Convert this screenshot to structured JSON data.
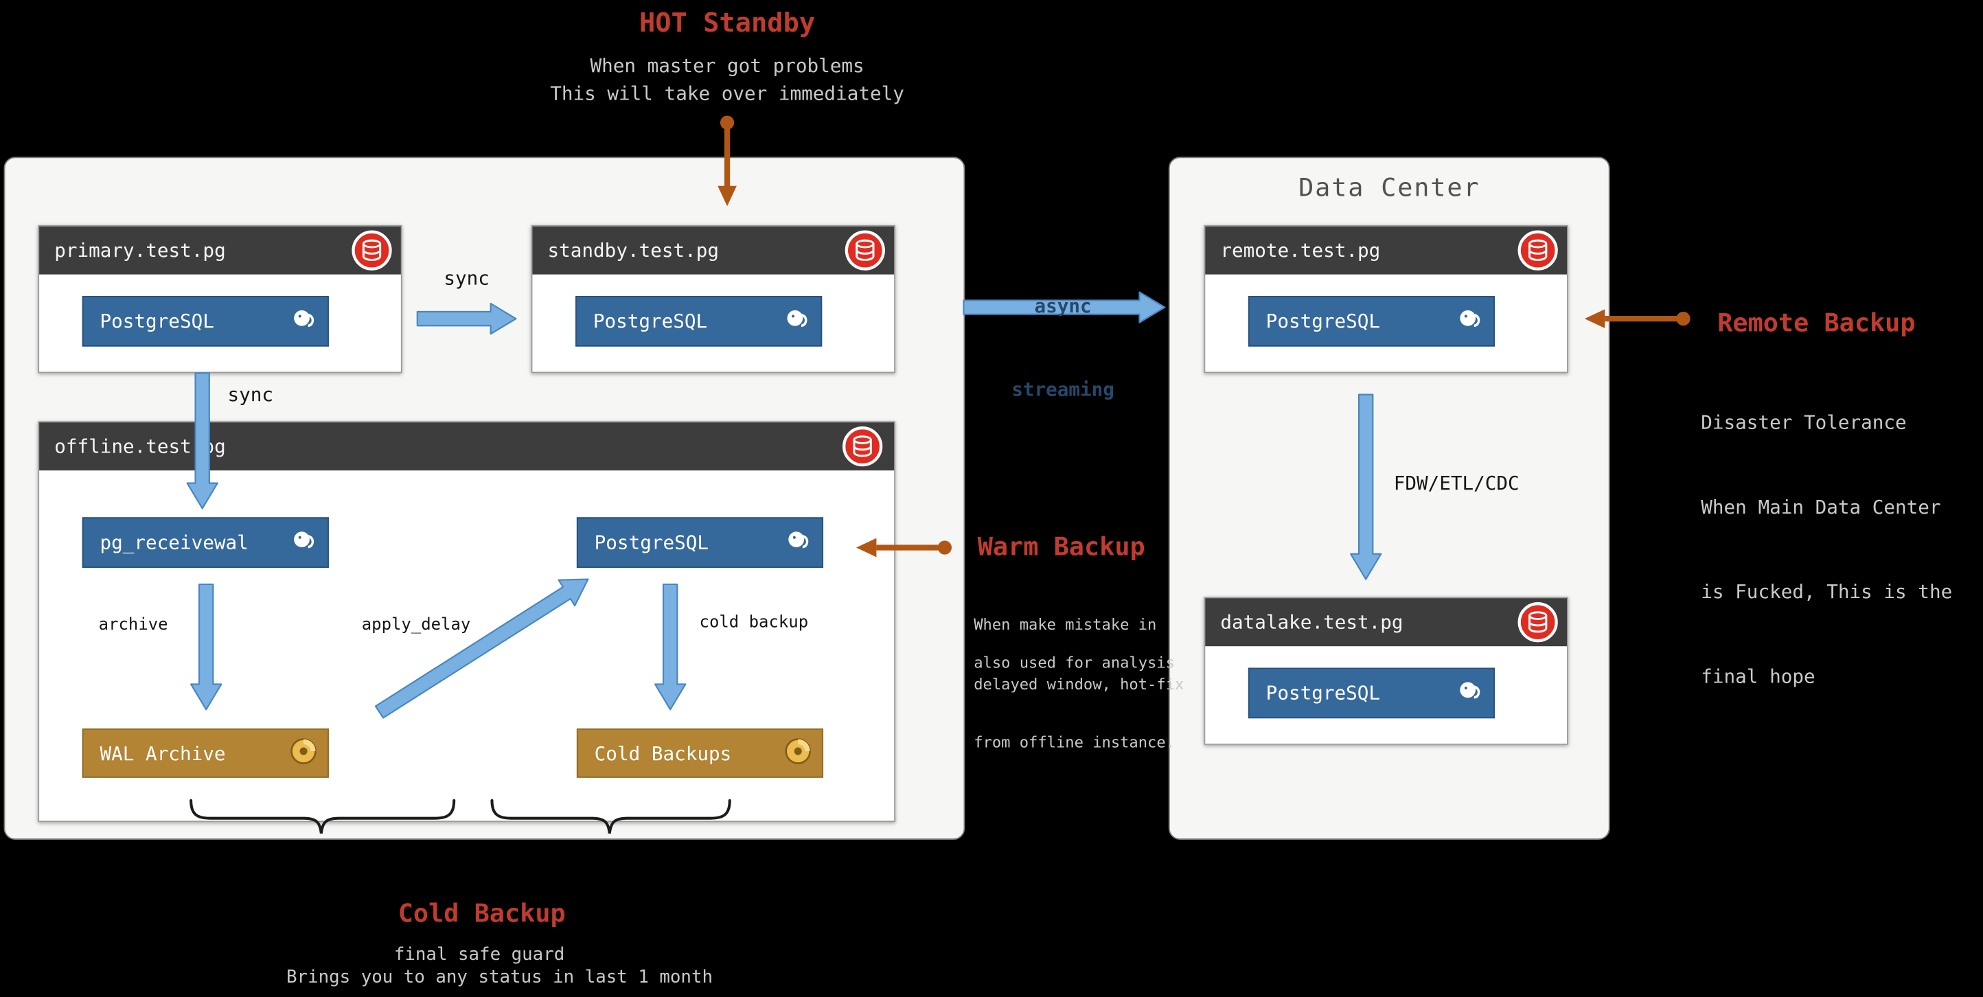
{
  "annotations": {
    "hot_standby": {
      "title": "HOT Standby",
      "line1": "When master got problems",
      "line2": "This will take over immediately"
    },
    "async_streaming": {
      "line1": "async",
      "line2": "streaming"
    },
    "warm_backup": {
      "title": "Warm Backup",
      "line1": "When make mistake in",
      "line2": "delayed window, hot-fix",
      "line3": "from offline instance.",
      "line4": "also used for analysis"
    },
    "remote_backup": {
      "title": "Remote Backup",
      "line1": "Disaster Tolerance",
      "line2": "When Main Data Center",
      "line3": "is Fucked, This is the",
      "line4": "final hope"
    },
    "cold_backup": {
      "title": "Cold Backup",
      "line1": "final safe guard",
      "line2": "Brings you to any status in last 1 month"
    }
  },
  "data_center_title": "Data Center",
  "nodes": {
    "primary": {
      "title": "primary.test.pg",
      "badge": "PostgreSQL"
    },
    "standby": {
      "title": "standby.test.pg",
      "badge": "PostgreSQL"
    },
    "offline": {
      "title": "offline.test.pg",
      "badge_receivewal": "pg_receivewal",
      "badge_postgres": "PostgreSQL",
      "wal_archive": "WAL Archive",
      "cold_backups": "Cold Backups"
    },
    "remote": {
      "title": "remote.test.pg",
      "badge": "PostgreSQL"
    },
    "datalake": {
      "title": "datalake.test.pg",
      "badge": "PostgreSQL"
    }
  },
  "edges": {
    "sync_top": "sync",
    "sync_left": "sync",
    "archive": "archive",
    "apply_delay": "apply_delay",
    "cold_backup": "cold backup",
    "fdw": "FDW/ETL/CDC"
  },
  "colors": {
    "accent_red": "#c23b2f",
    "arrow_blue": "#79b0e2",
    "arrow_orange": "#b05716",
    "postgres_blue": "#35689b",
    "storage_gold": "#b28433",
    "db_icon_red": "#e02b20"
  }
}
